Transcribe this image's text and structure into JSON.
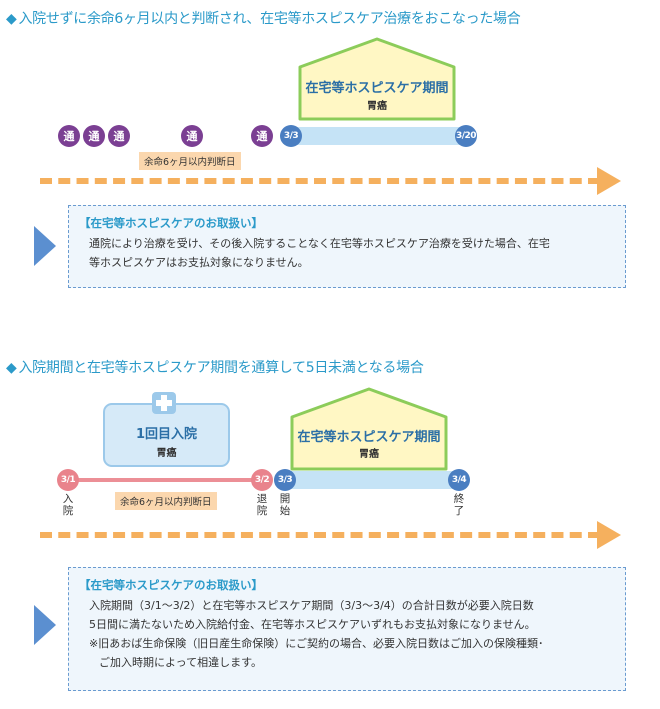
{
  "section1": {
    "title": "入院せずに余命6ヶ月以内と判断され、在宅等ホスピスケア治療をおこなった場合",
    "house_title": "在宅等ホスピスケア期間",
    "house_sub": "胃癌",
    "visit_label": "通",
    "start_date": "3/3",
    "end_date": "3/20",
    "tag": "余命6ヶ月以内判断日",
    "note_title": "【在宅等ホスピスケアのお取扱い】",
    "note_line1": "通院により治療を受け、その後入院することなく在宅等ホスピスケア治療を受けた場合、在宅",
    "note_line2": "等ホスピスケアはお支払対象になりません。"
  },
  "section2": {
    "title": "入院期間と在宅等ホスピスケア期間を通算して5日未満となる場合",
    "hospital_title": "1回目入院",
    "hospital_sub": "胃癌",
    "house_title": "在宅等ホスピスケア期間",
    "house_sub": "胃癌",
    "date_admit": "3/1",
    "date_discharge": "3/2",
    "date_start": "3/3",
    "date_end": "3/4",
    "label_admit": "入院",
    "label_discharge": "退院",
    "label_start": "開始",
    "label_end": "終了",
    "tag": "余命6ヶ月以内判断日",
    "note_title": "【在宅等ホスピスケアのお取扱い】",
    "note_line1": "入院期間（3/1～3/2）と在宅等ホスピスケア期間（3/3～3/4）の合計日数が必要入院日数",
    "note_line2": "5日間に満たないため入院給付金、在宅等ホスピスケアいずれもお支払対象になりません。",
    "note_line3": "※旧あおば生命保険（旧日産生命保険）にご契約の場合、必要入院日数はご加入の保険種類･",
    "note_line4": "ご加入時期によって相違します。"
  },
  "colors": {
    "accent": "#2b9ac9",
    "house_fill": "#fff7c4",
    "house_border": "#8ccc5a",
    "visit_purple": "#7b3f93",
    "date_blue": "#4a7ec1",
    "hospital_pink": "#e9838c",
    "arrow_orange": "#f5b05e"
  }
}
